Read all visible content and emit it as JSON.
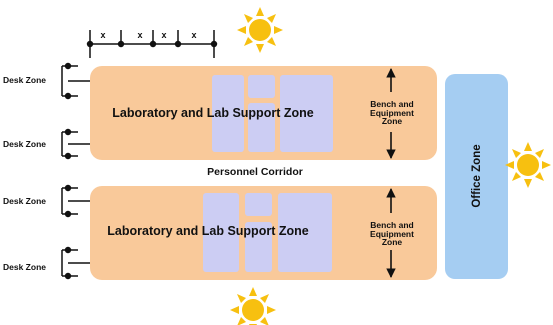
{
  "diagram": {
    "lab_zone_label": "Laboratory and Lab Support Zone",
    "bench_zone_lines": [
      "Bench and",
      "Equipment",
      "Zone"
    ],
    "desk_zone_label": "Desk Zone",
    "corridor_label": "Personnel Corridor",
    "office_zone_label": "Office Zone",
    "module_marker": "x"
  },
  "colors": {
    "lab_band": "#f9c99a",
    "subzone": "#cccdf3",
    "office_zone": "#a5cdf2",
    "sun": "#f7c010"
  },
  "icons": [
    "sun-icon",
    "double-arrow-icon"
  ]
}
